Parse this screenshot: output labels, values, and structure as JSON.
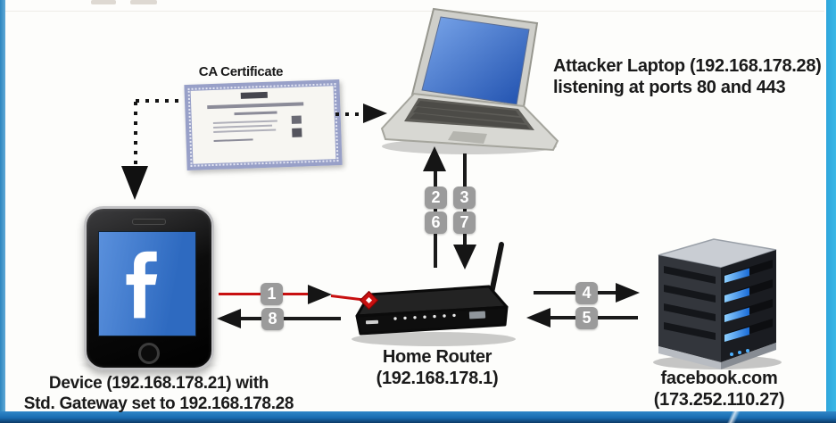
{
  "nodes": {
    "attacker_laptop": {
      "icon": "laptop-icon",
      "label_line1": "Attacker Laptop (192.168.178.28)",
      "label_line2": "listening at ports 80 and 443"
    },
    "ca_certificate": {
      "icon": "certificate-icon",
      "label": "CA Certificate"
    },
    "victim_device": {
      "icon": "smartphone-facebook-icon",
      "label_line1": "Device (192.168.178.21) with",
      "label_line2": "Std. Gateway set to 192.168.178.28"
    },
    "home_router": {
      "icon": "wifi-router-icon",
      "label_line1": "Home Router",
      "label_line2": "(192.168.178.1)"
    },
    "facebook_server": {
      "icon": "server-icon",
      "label_line1": "facebook.com",
      "label_line2": "(173.252.110.27)"
    }
  },
  "flow_steps": {
    "s1": "1",
    "s2": "2",
    "s3": "3",
    "s4": "4",
    "s5": "5",
    "s6": "6",
    "s7": "7",
    "s8": "8"
  },
  "colors": {
    "intercept_red": "#c81010",
    "step_badge_gray": "#9b9b9b",
    "frame_left_blue": "#2e86bf",
    "frame_right_cyan": "#3ab7e6",
    "frame_bottom_blue": "#1a6cb0",
    "facebook_blue": "#2e6ac0",
    "laptop_screen_blue": "#2c5cb8"
  }
}
